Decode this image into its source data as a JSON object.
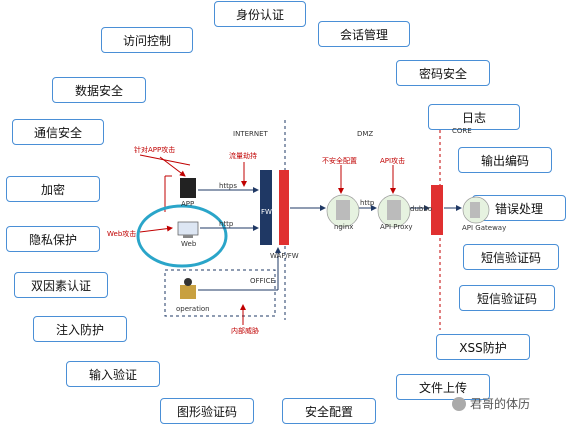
{
  "boxes": {
    "identity_auth": "身份认证",
    "access_control": "访问控制",
    "session_mgmt": "会话管理",
    "data_security": "数据安全",
    "password_security": "密码安全",
    "comm_security": "通信安全",
    "log": "日志",
    "output_encoding": "输出编码",
    "encryption": "加密",
    "error_handling": "错误处理",
    "privacy": "隐私保护",
    "sms_code_1": "短信验证码",
    "two_factor": "双因素认证",
    "sms_code_2": "短信验证码",
    "injection": "注入防护",
    "xss": "XSS防护",
    "input_validation": "输入验证",
    "file_upload": "文件上传",
    "captcha": "图形验证码",
    "security_config": "安全配置"
  },
  "diagram": {
    "zone_internet": "INTERNET",
    "zone_dmz": "DMZ",
    "zone_core": "CORE",
    "zone_office": "OFFICE",
    "app_attack": "针对APP攻击",
    "traffic_hijack": "流量劫持",
    "web_attack": "Web攻击",
    "insecure_config": "不安全配置",
    "api_attack": "API攻击",
    "internal_threat": "内部威胁",
    "https": "https",
    "http": "http",
    "http2": "http",
    "dubbo": "dubbo",
    "app_label": "APP",
    "web_label": "Web",
    "waf_label": "WAF/FW",
    "fw_label": "FW",
    "nginx_label": "nginx",
    "api_proxy_label": "API Proxy",
    "api_gateway_label": "API Gateway",
    "operation_label": "operation"
  },
  "watermark": "君哥的体历"
}
